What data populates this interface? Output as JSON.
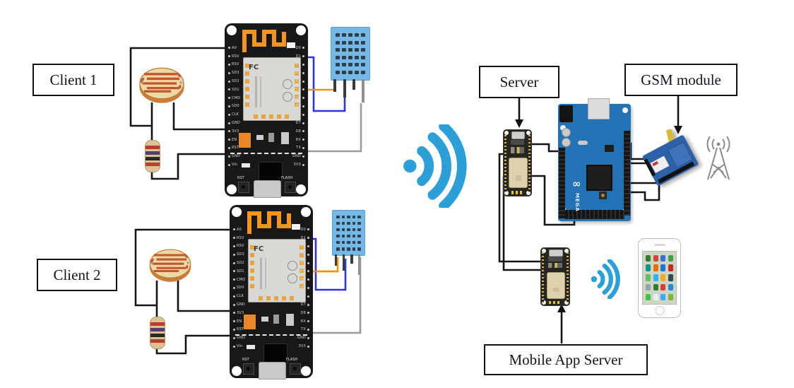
{
  "labels": {
    "client1": "Client 1",
    "client2": "Client 2",
    "server": "Server",
    "gsm_module": "GSM module",
    "mobile_app_server": "Mobile App Server"
  },
  "nodemcu": {
    "left_pins": [
      "A0",
      "RSV",
      "RSV",
      "SD3",
      "SD2",
      "SD1",
      "CMD",
      "SD0",
      "CLK",
      "GND",
      "3V3",
      "EN",
      "RST",
      "GND",
      "Vin"
    ],
    "right_pins": [
      "D0",
      "D1",
      "D2",
      "D3",
      "D4",
      "3V3",
      "GND",
      "D5",
      "D6",
      "D7",
      "D8",
      "RX",
      "TX",
      "GND",
      "3V3"
    ],
    "rst_label": "RST",
    "flash_label": "FLASH",
    "shield_fcc_text": "FC"
  },
  "arduino": {
    "mega_label": "MEGA"
  },
  "colors": {
    "wifi_blue": "#2b9fd6",
    "wire_blue": "#2b35d8",
    "wire_orange": "#f0920f",
    "wire_gray": "#9a9a9a",
    "wire_black": "#141414",
    "dht_body_blue": "#74b9e6",
    "arduino_blue": "#2273b5",
    "nodemcu_black": "#181818",
    "antenna_trace_orange": "#f7941d",
    "antenna_tower_gray": "#8b8b8b"
  },
  "phone": {
    "app_icon_colors": [
      "#2f7d32",
      "#d84437",
      "#3b6fd4",
      "#43a047",
      "#159588",
      "#ef6c00",
      "#1976d2",
      "#c62828",
      "#66bb6a",
      "#29b6f6",
      "#ffa726",
      "#37474f",
      "#90a4ae",
      "#2e7d32",
      "#e53935",
      "#1e88e5",
      "#43c04a",
      "#eceff1",
      "#42a5f5",
      "#7cb342"
    ]
  }
}
